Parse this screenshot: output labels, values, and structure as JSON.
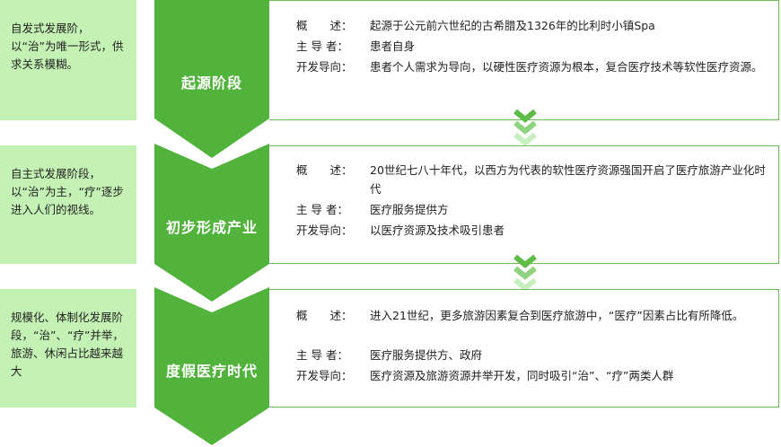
{
  "stages": [
    {
      "title": "起源阶段",
      "note": "自发式发展阶，以“治”为唯一形式，供求关系模糊。",
      "rows": [
        {
          "label": "概　　述：",
          "value": "起源于公元前六世纪的古希腊及1326年的比利时小镇Spa"
        },
        {
          "label": "主 导 者：",
          "value": "患者自身"
        },
        {
          "label": "开发导向：",
          "value": "患者个人需求为导向，以硬性医疗资源为根本，复合医疗技术等软性医疗资源。"
        }
      ]
    },
    {
      "title": "初步形成产业",
      "note": "自主式发展阶段，以“治”为主，“疗”逐步进入人们的视线。",
      "rows": [
        {
          "label": "概　　述：",
          "value": "20世纪七八十年代，以西方为代表的软性医疗资源强国开启了医疗旅游产业化时代"
        },
        {
          "label": "主 导 者：",
          "value": "医疗服务提供方"
        },
        {
          "label": "开发导向：",
          "value": "以医疗资源及技术吸引患者"
        }
      ]
    },
    {
      "title": "度假医疗时代",
      "note": "规模化、体制化发展阶段，“治”、“疗”并举，旅游、休闲占比越来越大",
      "rows": [
        {
          "label": "概　　述：",
          "value": "进入21世纪，更多旅游因素复合到医疗旅游中，“医疗”因素占比有所降低。"
        },
        {
          "label": "主 导 者：",
          "value": "医疗服务提供方、政府"
        },
        {
          "label": "开发导向：",
          "value": "医疗资源及旅游资源并举开发，同时吸引“治”、“疗”两类人群"
        }
      ]
    }
  ],
  "colors": {
    "chevron": "#52b33c",
    "note_bg": "#c4f2b4",
    "card_border": "#6cc05c",
    "arrow_dark": "#5cbc46",
    "arrow_light": "#c9eec0"
  }
}
